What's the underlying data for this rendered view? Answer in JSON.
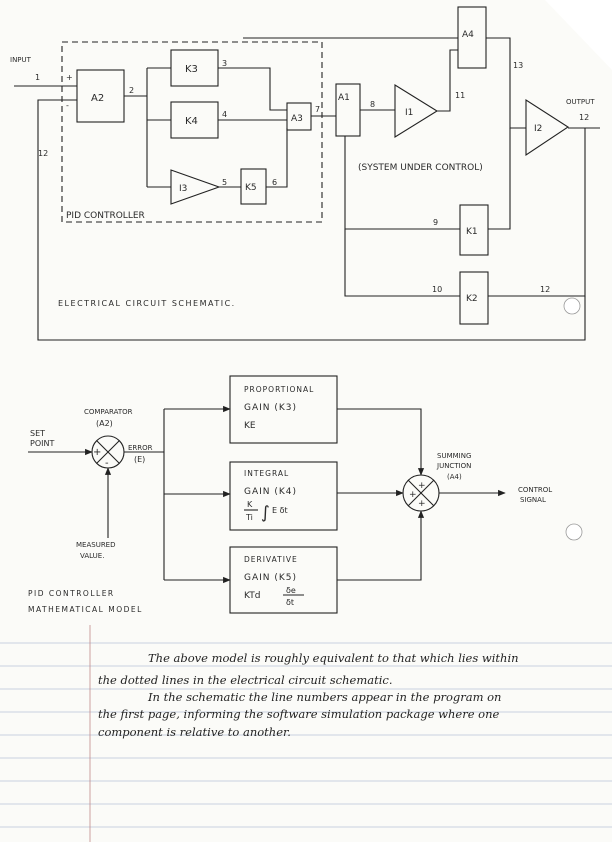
{
  "diagram1": {
    "caption": "ELECTRICAL CIRCUIT SCHEMATIC.",
    "pid_label": "PID CONTROLLER",
    "system_label": "(SYSTEM UNDER CONTROL)",
    "input_label": "INPUT",
    "output_label": "OUTPUT",
    "blocks": {
      "a2": "A2",
      "k3": "K3",
      "k4": "K4",
      "a3": "A3",
      "i3": "I3",
      "k5": "K5",
      "a1": "A1",
      "i1": "I1",
      "a4": "A4",
      "i2": "I2",
      "k1": "K1",
      "k2": "K2"
    },
    "lines": {
      "n1": "1",
      "n2": "2",
      "n3": "3",
      "n4": "4",
      "n5": "5",
      "n6": "6",
      "n7": "7",
      "n8": "8",
      "n9": "9",
      "n10": "10",
      "n11": "11",
      "n12a": "12",
      "n12b": "12",
      "n12c": "12",
      "n13": "13",
      "plus1": "+",
      "minus1": "-"
    }
  },
  "diagram2": {
    "set_point": [
      "SET",
      "POINT"
    ],
    "comparator": [
      "COMPARATOR",
      "(A2)"
    ],
    "error": [
      "ERROR",
      "(E)"
    ],
    "measured": [
      "MEASURED",
      "VALUE."
    ],
    "prop": {
      "line1": "PROPORTIONAL",
      "line2": "GAIN  (K3)",
      "formula": "KE"
    },
    "integ": {
      "line1": "INTEGRAL",
      "line2": "GAIN  (K4)",
      "k": "K",
      "ti": "Ti",
      "tail": "E δt"
    },
    "deriv": {
      "line1": "DERIVATIVE",
      "line2": "GAIN  (K5)",
      "ktd": "KTd",
      "num": "δe",
      "den": "δt"
    },
    "summing": [
      "SUMMING",
      "JUNCTION",
      "(A4)"
    ],
    "control": [
      "CONTROL",
      "SIGNAL"
    ],
    "caption": [
      "PID CONTROLLER",
      "MATHEMATICAL MODEL"
    ],
    "signs": {
      "cmp_plus": "+",
      "cmp_minus": "-",
      "s_top": "+",
      "s_left": "+",
      "s_bottom": "+"
    }
  },
  "notes": [
    "The above model is roughly equivalent to that which lies within",
    "the dotted lines in the electrical circuit schematic.",
    "In the schematic the line numbers appear in the program on",
    "the first page, informing the software simulation package where one",
    "component is relative to another."
  ]
}
